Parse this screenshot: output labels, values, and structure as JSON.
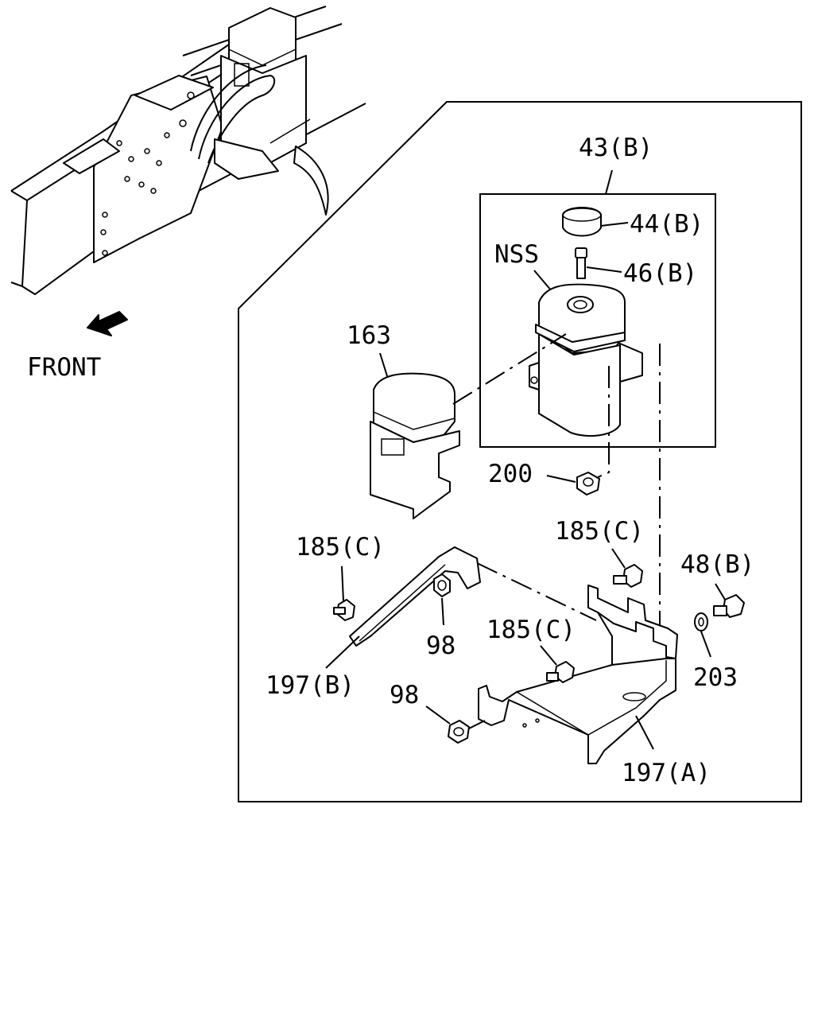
{
  "labels": {
    "front": "FRONT",
    "assembly": "43(B)",
    "cap": "44(B)",
    "nipple": "46(B)",
    "nss": "NSS",
    "cover": "163",
    "nut_200": "200",
    "bolt_185_left": "185(C)",
    "bolt_185_right": "185(C)",
    "bolt_185_mid": "185(C)",
    "bolt_48": "48(B)",
    "nut_98_upper": "98",
    "nut_98_lower": "98",
    "washer_203": "203",
    "bracket_197b": "197(B)",
    "bracket_197a": "197(A)"
  }
}
